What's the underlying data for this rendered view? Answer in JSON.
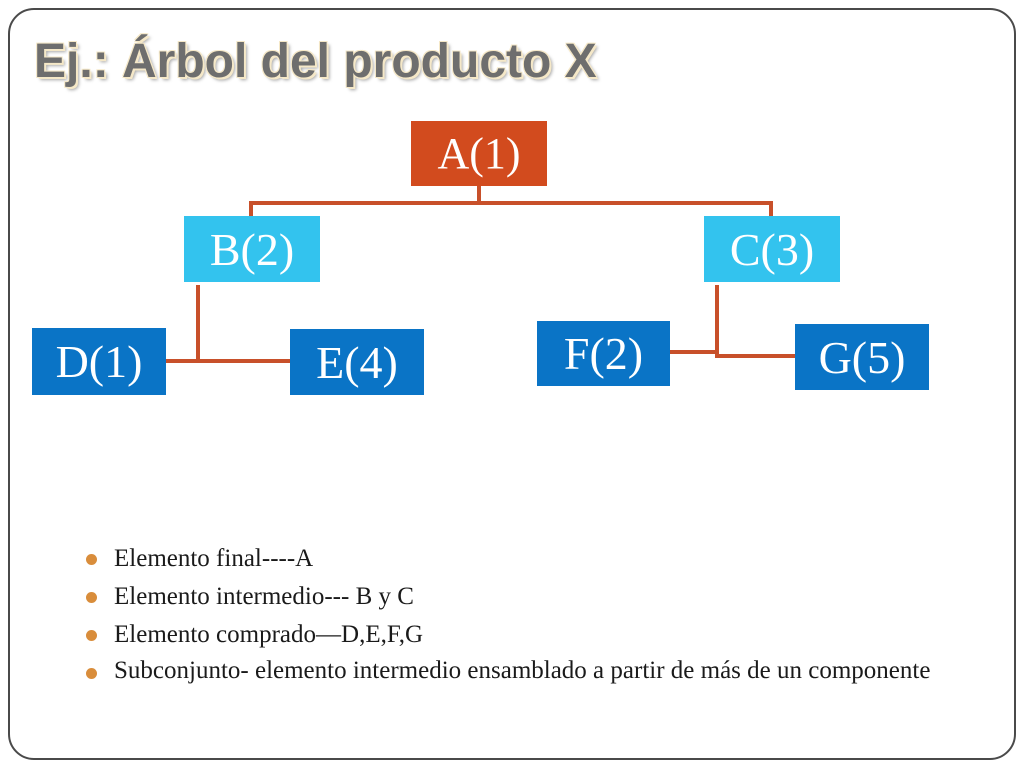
{
  "title": "Ej.: Árbol del producto X",
  "tree": {
    "root": {
      "label": "A(1)"
    },
    "intermediate": [
      {
        "label": "B(2)"
      },
      {
        "label": "C(3)"
      }
    ],
    "leaves": [
      {
        "label": "D(1)"
      },
      {
        "label": "E(4)"
      },
      {
        "label": "F(2)"
      },
      {
        "label": "G(5)"
      }
    ]
  },
  "bullets": [
    "Elemento final----A",
    "Elemento intermedio--- B y C",
    "Elemento comprado—D,E,F,G",
    "Subconjunto- elemento intermedio ensamblado a partir de más de un componente"
  ],
  "colors": {
    "root": "#d24b1e",
    "intermediate": "#33c3ee",
    "leaf": "#0a74c6",
    "connector": "#c8502a",
    "bullet": "#d98d3b",
    "title": "#6e6e6e"
  }
}
